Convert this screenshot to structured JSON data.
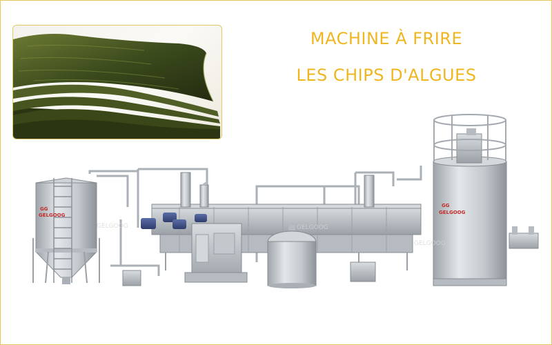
{
  "title": {
    "line1": "MACHINE À FRIRE",
    "line2": "LES CHIPS D'ALGUES"
  },
  "brand": {
    "name": "GELGOOG",
    "logo_mark": "GG"
  },
  "colors": {
    "title": "#f0b622",
    "frame_border": "#e7c65a",
    "logo_red": "#c32a2a",
    "steel": "#c9ced3",
    "seaweed": "#3f4a1f"
  },
  "images": {
    "photo": "seaweed-chips-stack-photo",
    "machine": "seaweed-frying-production-line"
  }
}
